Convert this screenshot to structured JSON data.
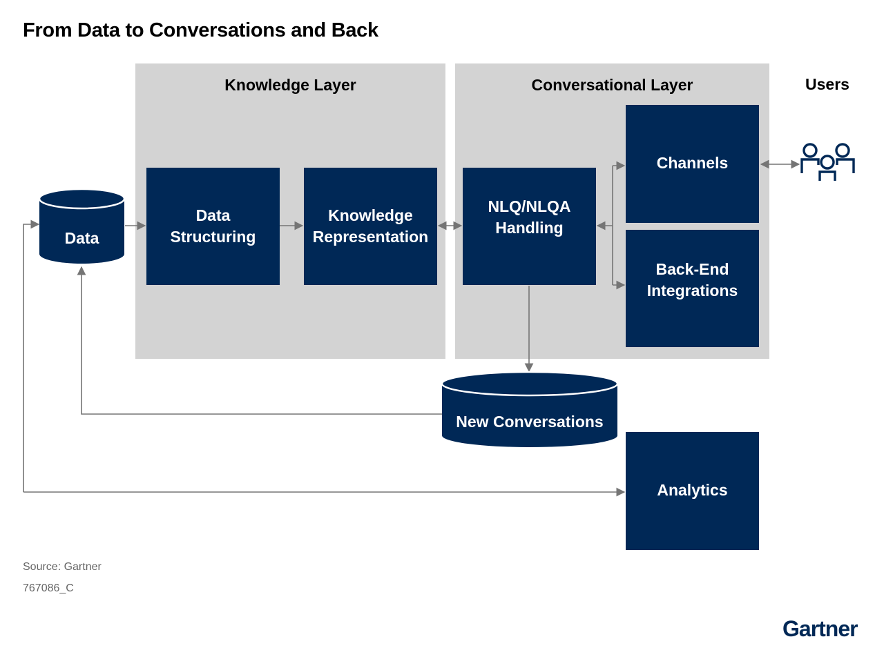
{
  "title": "From Data to Conversations and Back",
  "layers": {
    "knowledge": "Knowledge Layer",
    "conversational": "Conversational Layer",
    "users": "Users"
  },
  "nodes": {
    "data": "Data",
    "data_structuring": "Data\nStructuring",
    "knowledge_representation": "Knowledge\nRepresentation",
    "nlq_handling": "NLQ/NLQA\nHandling",
    "channels": "Channels",
    "backend_integrations": "Back-End\nIntegrations",
    "new_conversations": "New Conversations",
    "analytics": "Analytics"
  },
  "footer": {
    "source": "Source: Gartner",
    "id": "767086_C",
    "logo": "Gartner"
  },
  "colors": {
    "box": "#002856",
    "layer": "#d3d3d3",
    "connector": "#757575"
  },
  "icons": {
    "users": "users-group-icon"
  }
}
